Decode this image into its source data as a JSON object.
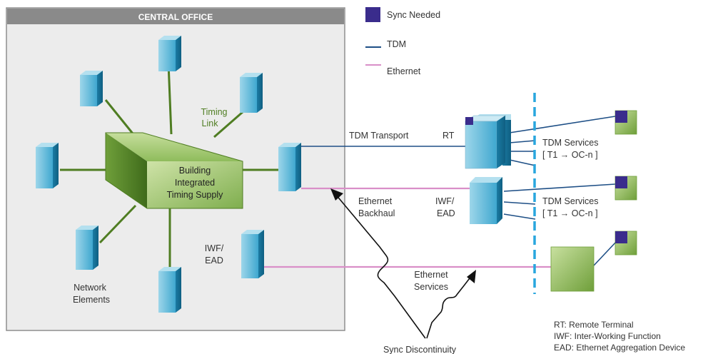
{
  "office": {
    "title": "CENTRAL OFFICE"
  },
  "legend": {
    "sync_needed": "Sync Needed",
    "tdm": "TDM",
    "ethernet": "Ethernet"
  },
  "bits": {
    "line1": "Building",
    "line2": "Integrated",
    "line3": "Timing Supply"
  },
  "timing_link": {
    "line1": "Timing",
    "line2": "Link"
  },
  "network_elements": {
    "line1": "Network",
    "line2": "Elements"
  },
  "iwf_ead_left": {
    "line1": "IWF/",
    "line2": "EAD"
  },
  "iwf_ead_mid": {
    "line1": "IWF/",
    "line2": "EAD"
  },
  "tdm_transport": "TDM Transport",
  "rt": "RT",
  "ethernet_backhaul": {
    "line1": "Ethernet",
    "line2": "Backhaul"
  },
  "ethernet_services": {
    "line1": "Ethernet",
    "line2": "Services"
  },
  "tdm_services_1": {
    "line1": "TDM Services",
    "line2": "[ T1 → OC-n ]"
  },
  "tdm_services_2": {
    "line1": "TDM Services",
    "line2": "[ T1 → OC-n ]"
  },
  "sync_discontinuity": "Sync Discontinuity",
  "notes": [
    "RT: Remote Terminal",
    "IWF: Inter-Working Function",
    "EAD: Ethernet Aggregation Device"
  ],
  "colors": {
    "office_fill": "#ececec",
    "office_border": "#8e8e8e",
    "office_title_bg": "#8a8a8a",
    "sync_needed": "#3a2c8c",
    "tdm_line": "#1e4f86",
    "ethernet_line": "#d98fc8",
    "timing_link_line": "#4f7d22",
    "timing_text": "#4f7d22",
    "boundary": "#29a6de",
    "cube_front": "#6fc0dc",
    "cube_side": "#1e7ea4",
    "cube_top": "#b4e0ef",
    "green_front": "#a6c97a",
    "green_side": "#4f7d22"
  }
}
